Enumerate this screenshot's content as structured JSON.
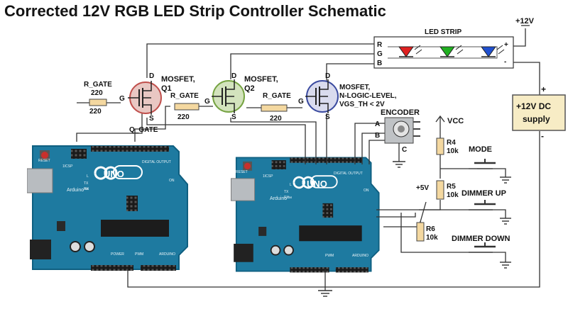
{
  "title": "Corrected 12V RGB LED Strip Controller Schematic",
  "led_strip": {
    "label": "LED STRIP",
    "pin_r": "R",
    "pin_g": "G",
    "pin_b": "B",
    "plus": "+",
    "minus": "-"
  },
  "supply": {
    "line1": "+12V DC",
    "line2": "supply",
    "rail": "+12V",
    "plus": "+",
    "minus": "-"
  },
  "mosfets": [
    {
      "name": "MOSFET,",
      "ref": "Q1",
      "d": "D",
      "g": "G",
      "s": "S",
      "color": "#c0504d"
    },
    {
      "name": "MOSFET,",
      "ref": "Q2",
      "d": "D",
      "g": "G",
      "s": "S",
      "color": "#76a342"
    },
    {
      "name": "MOSFET,",
      "line2": "N-LOGIC-LEVEL,",
      "line3": "VGS_TH < 2V",
      "d": "D",
      "g": "G",
      "s": "S",
      "color": "#3b4ba0"
    }
  ],
  "resistors": {
    "r_gate1": {
      "name": "R_GATE",
      "value": "220",
      "value2": "220"
    },
    "r_gate2": {
      "name": "R_GATE",
      "value": "220"
    },
    "r_gate3": {
      "name": "R_GATE",
      "value": "220"
    },
    "q_gate": "Q_GATE",
    "r4": {
      "name": "R4",
      "value": "10k"
    },
    "r5": {
      "name": "R5",
      "value": "10k"
    },
    "r6": {
      "name": "R6",
      "value": "10k"
    }
  },
  "encoder": {
    "label": "ENCODER",
    "a": "A",
    "b": "B",
    "c": "C"
  },
  "vcc": "VCC",
  "plus5v": "+5V",
  "buttons": [
    "MODE",
    "DIMMER UP",
    "DIMMER DOWN"
  ],
  "arduino": {
    "brand": "UNO",
    "sub": "Arduino™",
    "reset": "RESET",
    "icsp": "1ICSP",
    "digital": "DIGITAL OUTPUT",
    "analog": "ARDUINO",
    "pwm": "PWM",
    "power": "POWER",
    "on": "ON",
    "tx": "TX",
    "rx": "RX",
    "l": "L"
  },
  "colors": {
    "board": "#1e7aa0",
    "led_red": "#e02020",
    "led_green": "#20b020",
    "led_blue": "#2050d0",
    "supply_fill": "#f7ecc5"
  }
}
